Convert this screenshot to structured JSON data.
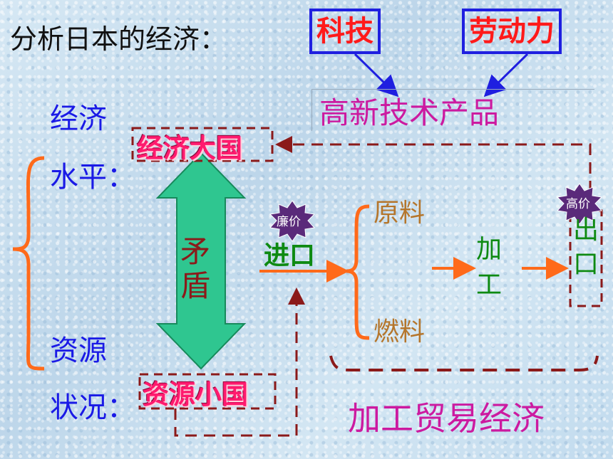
{
  "title": "分析日本的经济：",
  "factors": {
    "technology": "科技",
    "labor": "劳动力"
  },
  "product_label": "高新技术产品",
  "left_labels": {
    "econ_level_1": "经济",
    "econ_level_2": "水平：",
    "resource_1": "资源",
    "resource_2": "状况："
  },
  "econ_power": "经济大国",
  "resource_small": "资源小国",
  "contradiction": [
    "矛",
    "盾"
  ],
  "import": {
    "label": "进口",
    "badge": "廉价"
  },
  "materials": {
    "raw": "原料",
    "fuel": "燃料"
  },
  "processing": [
    "加",
    "工"
  ],
  "export": {
    "label": [
      "出",
      "口"
    ],
    "badge": "高价"
  },
  "trade_economy": "加工贸易经济",
  "colors": {
    "box_border": "#1f1fe0",
    "factor_text": "#ff1a1a",
    "blue_labels": "#1a1ae6",
    "pink_text": "#ff1a6e",
    "magenta_text": "#cc1aa0",
    "green_text": "#0e8a12",
    "brown_text": "#b5762c",
    "orange_arrow": "#ff6a1a",
    "dashed_line": "#8b1a1a",
    "burst": "#5a2a7a"
  }
}
